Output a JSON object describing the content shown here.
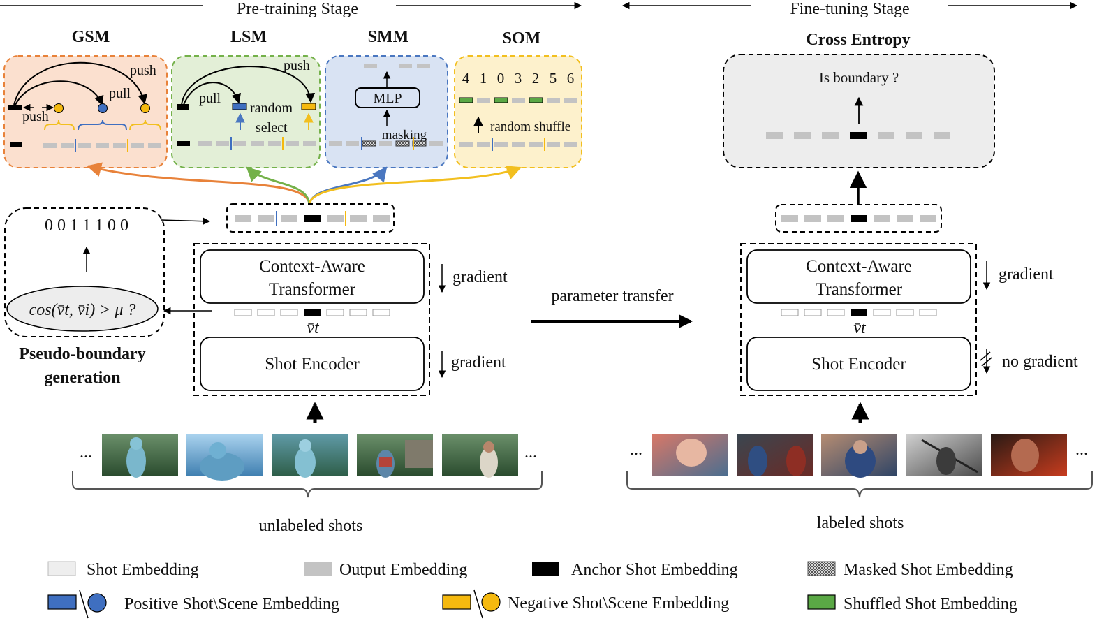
{
  "stages": {
    "pretrain": "Pre-training Stage",
    "finetune": "Fine-tuning Stage"
  },
  "tasks": {
    "gsm": {
      "title": "GSM",
      "color": "#e8823a",
      "push1": "push",
      "pull": "pull",
      "push2": "push"
    },
    "lsm": {
      "title": "LSM",
      "color": "#74b14a",
      "push": "push",
      "pull": "pull",
      "random_select": [
        "random",
        "select"
      ]
    },
    "smm": {
      "title": "SMM",
      "color": "#4a77c0",
      "mlp": "MLP",
      "masking": "masking"
    },
    "som": {
      "title": "SOM",
      "color": "#f2bf1f",
      "order": [
        "4",
        "1",
        "0",
        "3",
        "2",
        "5",
        "6"
      ],
      "shuffle_label": "random shuffle"
    }
  },
  "pseudo": {
    "bits": "0 0 1 1 1 0 0",
    "condition": "cos(v̄t, v̄i) > μ ?",
    "caption": [
      "Pseudo-boundary",
      "generation"
    ]
  },
  "pretrain": {
    "transformer": [
      "Context-Aware",
      "Transformer"
    ],
    "encoder": "Shot Encoder",
    "gradient": "gradient",
    "vt": "v̄t",
    "shots_caption": "unlabeled shots"
  },
  "transfer": "parameter transfer",
  "finetune": {
    "loss": "Cross Entropy",
    "question": "Is boundary ?",
    "transformer": [
      "Context-Aware",
      "Transformer"
    ],
    "encoder": "Shot Encoder",
    "gradient": "gradient",
    "no_gradient": "no gradient",
    "vt": "v̄t",
    "shots_caption": "labeled shots"
  },
  "ellipsis": "...",
  "legend": [
    {
      "label": "Shot Embedding",
      "swatch": "shot"
    },
    {
      "label": "Output Embedding",
      "swatch": "output"
    },
    {
      "label": "Anchor Shot Embedding",
      "swatch": "anchor"
    },
    {
      "label": "Masked Shot Embedding",
      "swatch": "masked"
    },
    {
      "label": "Positive Shot\\Scene Embedding",
      "swatch": "positive"
    },
    {
      "label": "Negative Shot\\Scene Embedding",
      "swatch": "negative"
    },
    {
      "label": "Shuffled Shot Embedding",
      "swatch": "shuffled"
    }
  ],
  "colors": {
    "shot_fill": "#eeeeee",
    "output_fill": "#c3c3c3",
    "anchor_fill": "#000000",
    "positive": "#3f6fc0",
    "negative": "#f5b90f",
    "shuffled": "#5aa845",
    "gsm_bg": "#fbe0cf",
    "lsm_bg": "#e3efd7",
    "smm_bg": "#d9e3f3",
    "som_bg": "#fdf1cc",
    "ft_bg": "#ededed"
  }
}
